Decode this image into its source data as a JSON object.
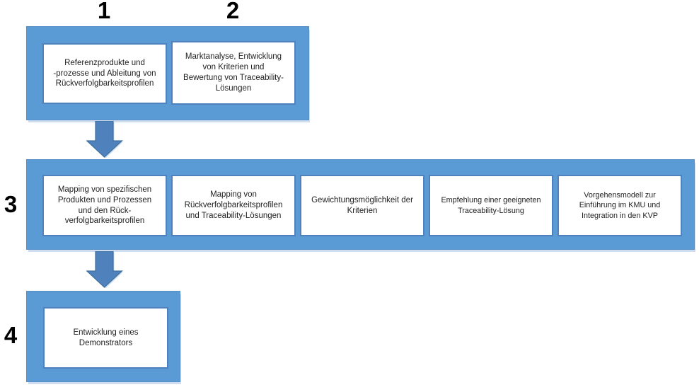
{
  "diagram": {
    "description": "Projekt-Phasenplan Traceability",
    "colors": {
      "bar_fill": "#5b9bd5",
      "box_border": "#4f81bd",
      "arrow_fill": "#4f81bd",
      "arrow_stroke": "#41719c",
      "text": "#1f1f1f"
    },
    "top": {
      "numbers": [
        "1",
        "2"
      ],
      "boxes": [
        {
          "text": "Referenzprodukte und\n-prozesse und Ableitung von\nRückverfolgbarkeitsprofilen"
        },
        {
          "text": "Marktanalyse, Entwicklung\nvon Kriterien und\nBewertung von Traceability-\nLösungen"
        }
      ]
    },
    "middle": {
      "number": "3",
      "boxes": [
        {
          "text": "Mapping von spezifischen\nProdukten und Prozessen\nund den Rück-\nverfolgbarkeitsprofilen"
        },
        {
          "text": "Mapping von\nRückverfolgbarkeitsprofilen\nund Traceability-Lösungen"
        },
        {
          "text": "Gewichtungsmöglichkeit der\nKriterien"
        },
        {
          "text": "Empfehlung einer geeigneten\nTraceability-Lösung"
        },
        {
          "text": "Vorgehensmodell zur\nEinführung im KMU und\nIntegration in den KVP"
        }
      ]
    },
    "bottom": {
      "number": "4",
      "boxes": [
        {
          "text": "Entwicklung eines\nDemonstrators"
        }
      ]
    }
  }
}
